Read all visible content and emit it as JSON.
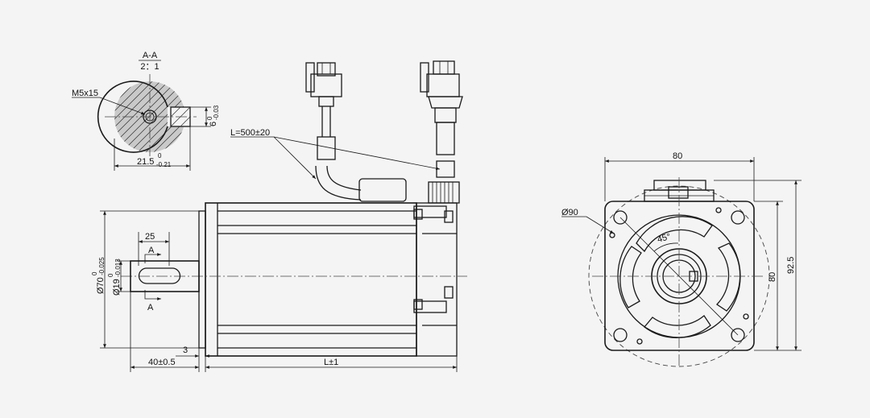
{
  "section_view": {
    "title": "A-A",
    "scale": "2：1",
    "thread": "M5x15",
    "key_width": "6",
    "key_width_tol_upper": "0",
    "key_width_tol_lower": "-0.03",
    "height": "21.5",
    "height_tol_upper": "0",
    "height_tol_lower": "-0.21"
  },
  "side_view": {
    "cable_length": "L=500±20",
    "shaft_length": "25",
    "section_mark": "A",
    "pilot_dia": "Ø70",
    "pilot_tol_upper": "0",
    "pilot_tol_lower": "-0.025",
    "shaft_dia": "Ø19",
    "shaft_tol_upper": "0",
    "shaft_tol_lower": "-0.013",
    "flange_thickness": "3",
    "shaft_extension": "40±0.5",
    "body_length": "L±1"
  },
  "front_view": {
    "width": "80",
    "height": "80",
    "overall_height": "92.5",
    "bolt_circle": "Ø90",
    "angle": "45°"
  }
}
